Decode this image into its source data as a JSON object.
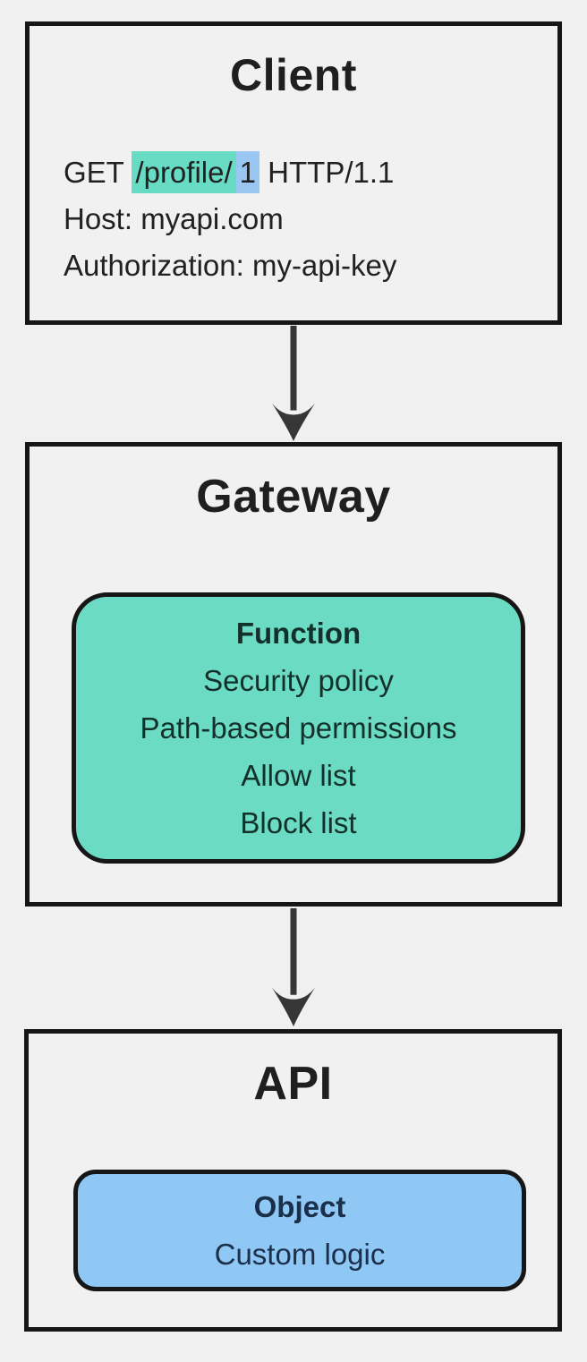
{
  "colors": {
    "background": "#f0f0f0",
    "box_border": "#161616",
    "title_text": "#1f1f1f",
    "body_text": "#212121",
    "teal_highlight": "#67dbc3",
    "blue_highlight": "#9ac6f2",
    "function_box_fill": "#6cdbc3",
    "function_box_text": "#13312a",
    "object_box_fill": "#8fc7f5",
    "object_box_text": "#1b2f4a",
    "arrow": "#363636"
  },
  "client": {
    "title": "Client",
    "request_line": {
      "method": "GET ",
      "path": "/profile/",
      "id": "1",
      "protocol": " HTTP/1.1"
    },
    "host_line": "Host: myapi.com",
    "auth_line": "Authorization: my-api-key"
  },
  "gateway": {
    "title": "Gateway",
    "function_box": {
      "title": "Function",
      "items": [
        "Security policy",
        "Path-based permissions",
        "Allow list",
        "Block list"
      ]
    }
  },
  "api": {
    "title": "API",
    "object_box": {
      "title": "Object",
      "items": [
        "Custom logic"
      ]
    }
  }
}
